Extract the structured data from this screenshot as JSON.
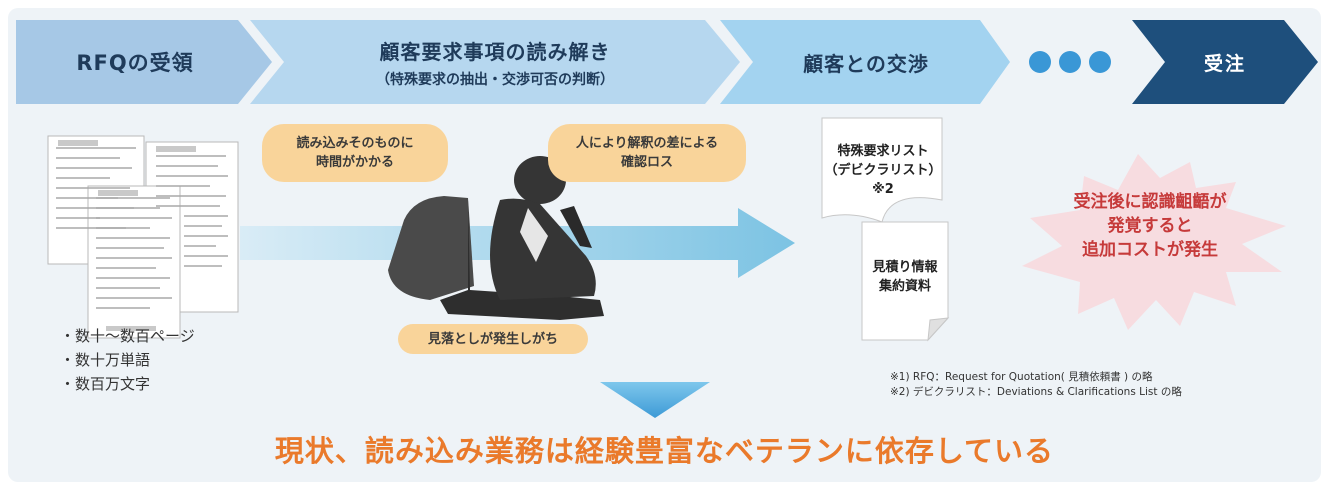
{
  "process": {
    "steps": [
      {
        "label": "RFQの受領"
      },
      {
        "label": "顧客要求事項の読み解き",
        "sub": "（特殊要求の抽出・交渉可否の判断）"
      },
      {
        "label": "顧客との交渉"
      },
      {
        "label": "受注"
      }
    ],
    "colors": {
      "step1": "#a6c8e6",
      "step2": "#b6d7ef",
      "step3": "#a3d3f0",
      "final": "#1e4f7c",
      "dots": "#3a97d6"
    }
  },
  "documents": {
    "bullets": [
      "・数十〜数百ページ",
      "・数十万単語",
      "・数百万文字"
    ]
  },
  "issues": {
    "time": [
      "読み込みそのものに",
      "時間がかかる"
    ],
    "interpretation": [
      "人により解釈の差による",
      "確認ロス"
    ],
    "oversight": "見落としが発生しがち"
  },
  "outputs": {
    "special_list": [
      "特殊要求リスト",
      "（デビクラリスト）",
      "※2"
    ],
    "estimate": [
      "見積り情報",
      "集約資料"
    ]
  },
  "warning": {
    "lines": [
      "受注後に認識齟齬が",
      "発覚すると",
      "追加コストが発生"
    ],
    "color": "#c63a3a"
  },
  "footnotes": [
    "※1) RFQ：Request for Quotation( 見積依頼書 ) の略",
    "※2) デビクラリスト：Deviations & Clarifications List の略"
  ],
  "conclusion": "現状、読み込み業務は経験豊富なベテランに依存している"
}
